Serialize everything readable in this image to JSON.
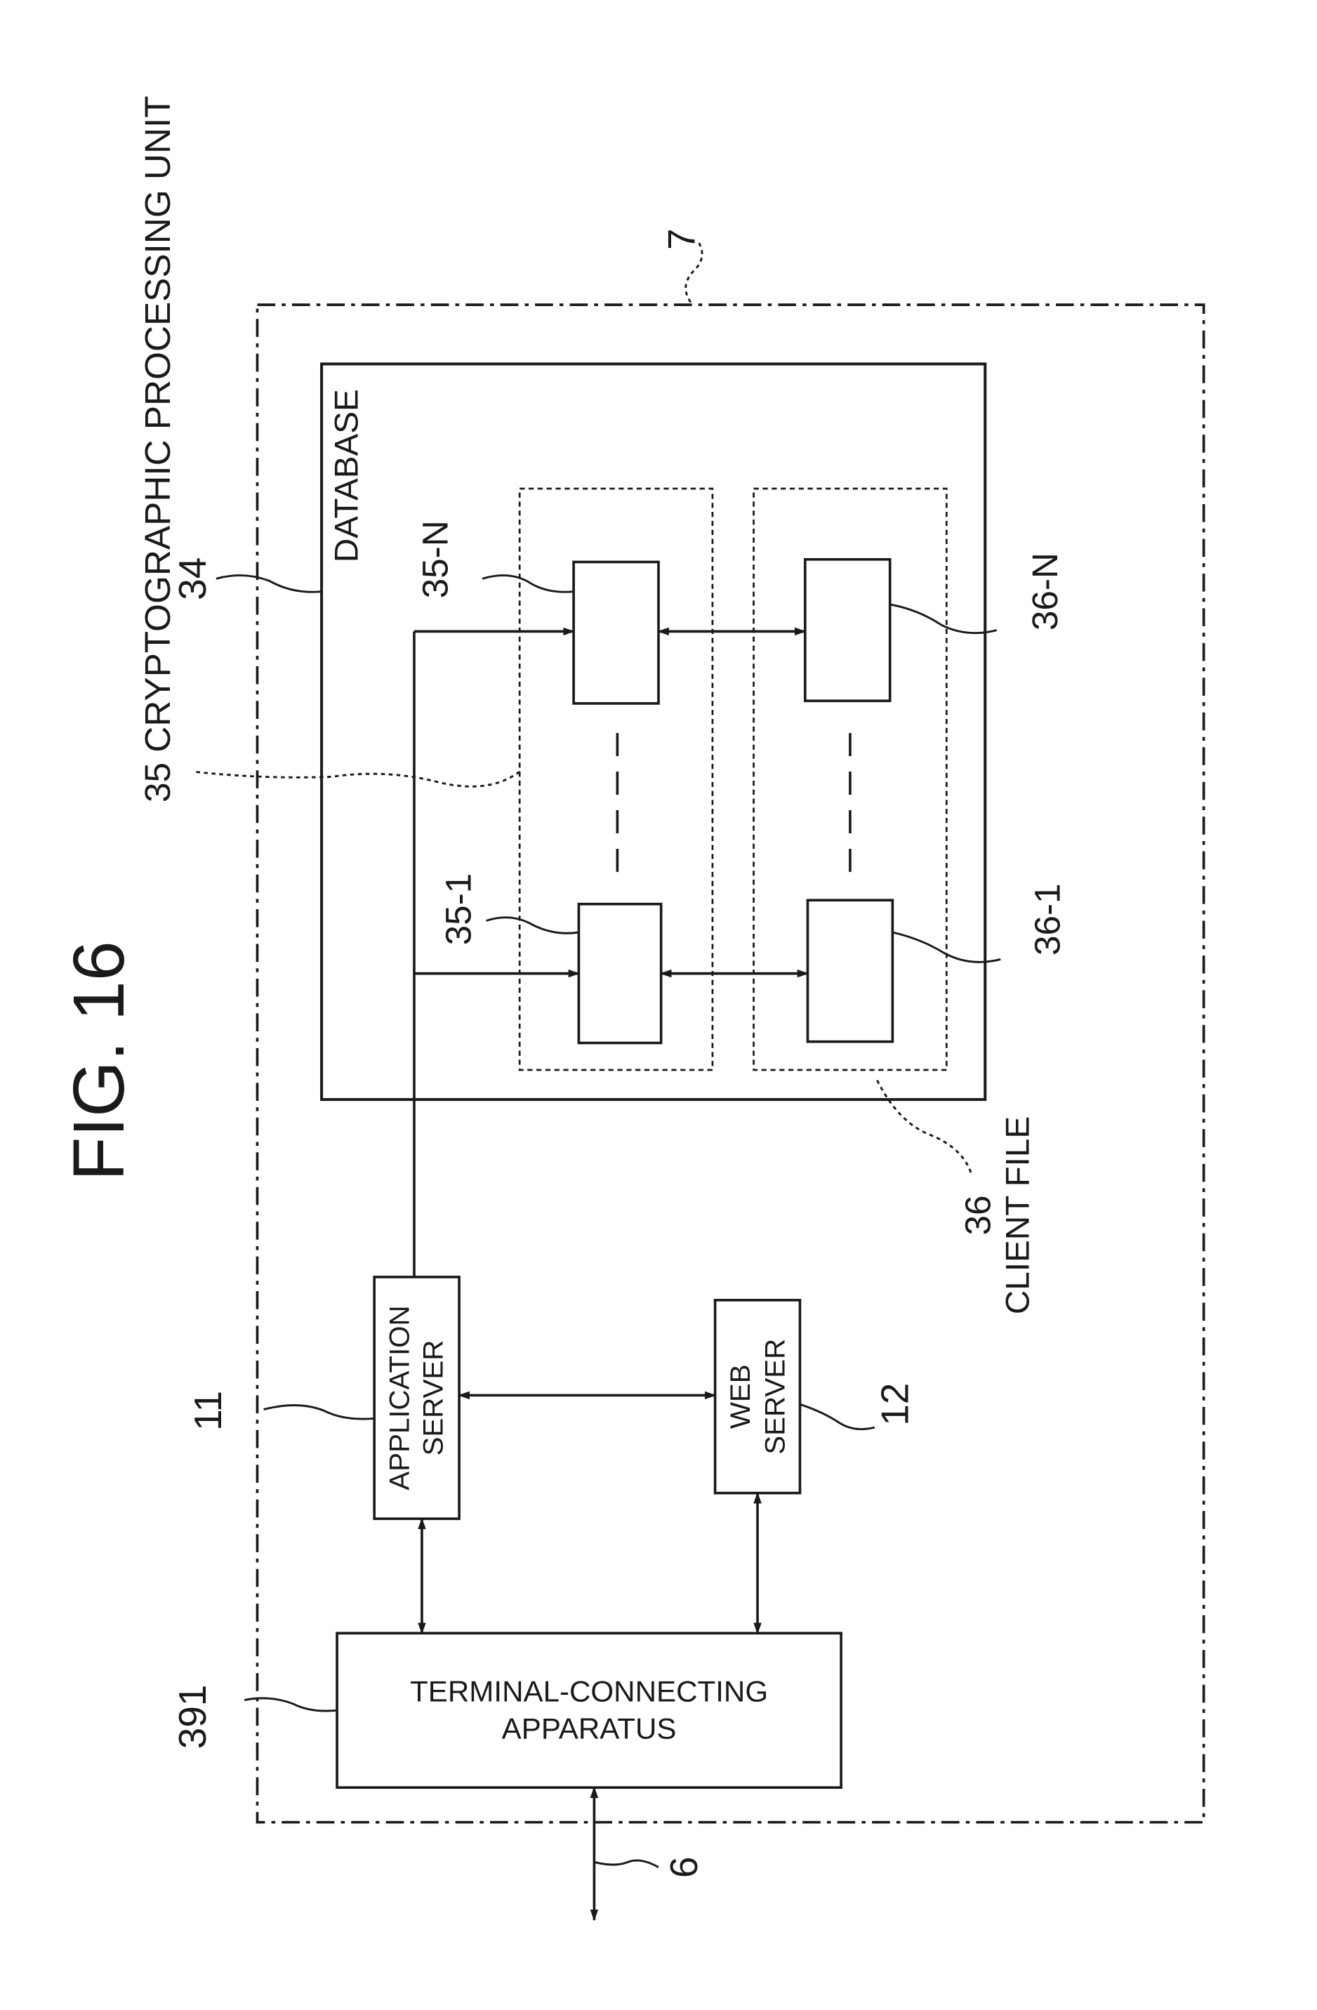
{
  "figure": {
    "title": "FIG. 16",
    "labels": {
      "system": "7",
      "database_ref": "34",
      "crypto_unit": "35 CRYPTOGRAPHIC PROCESSING UNIT",
      "database": "DATABASE",
      "crypto_n": "35-N",
      "crypto_1": "35-1",
      "client_n": "36-N",
      "client_1": "36-1",
      "client_file_ref": "36",
      "client_file": "CLIENT FILE",
      "app_server_ref": "11",
      "app_server_line1": "APPLICATION",
      "app_server_line2": "SERVER",
      "web_server_ref": "12",
      "web_server_line1": "WEB",
      "web_server_line2": "SERVER",
      "terminal_ref": "391",
      "terminal_line1": "TERMINAL-CONNECTING",
      "terminal_line2": "APPARATUS",
      "network_ref": "6"
    }
  }
}
